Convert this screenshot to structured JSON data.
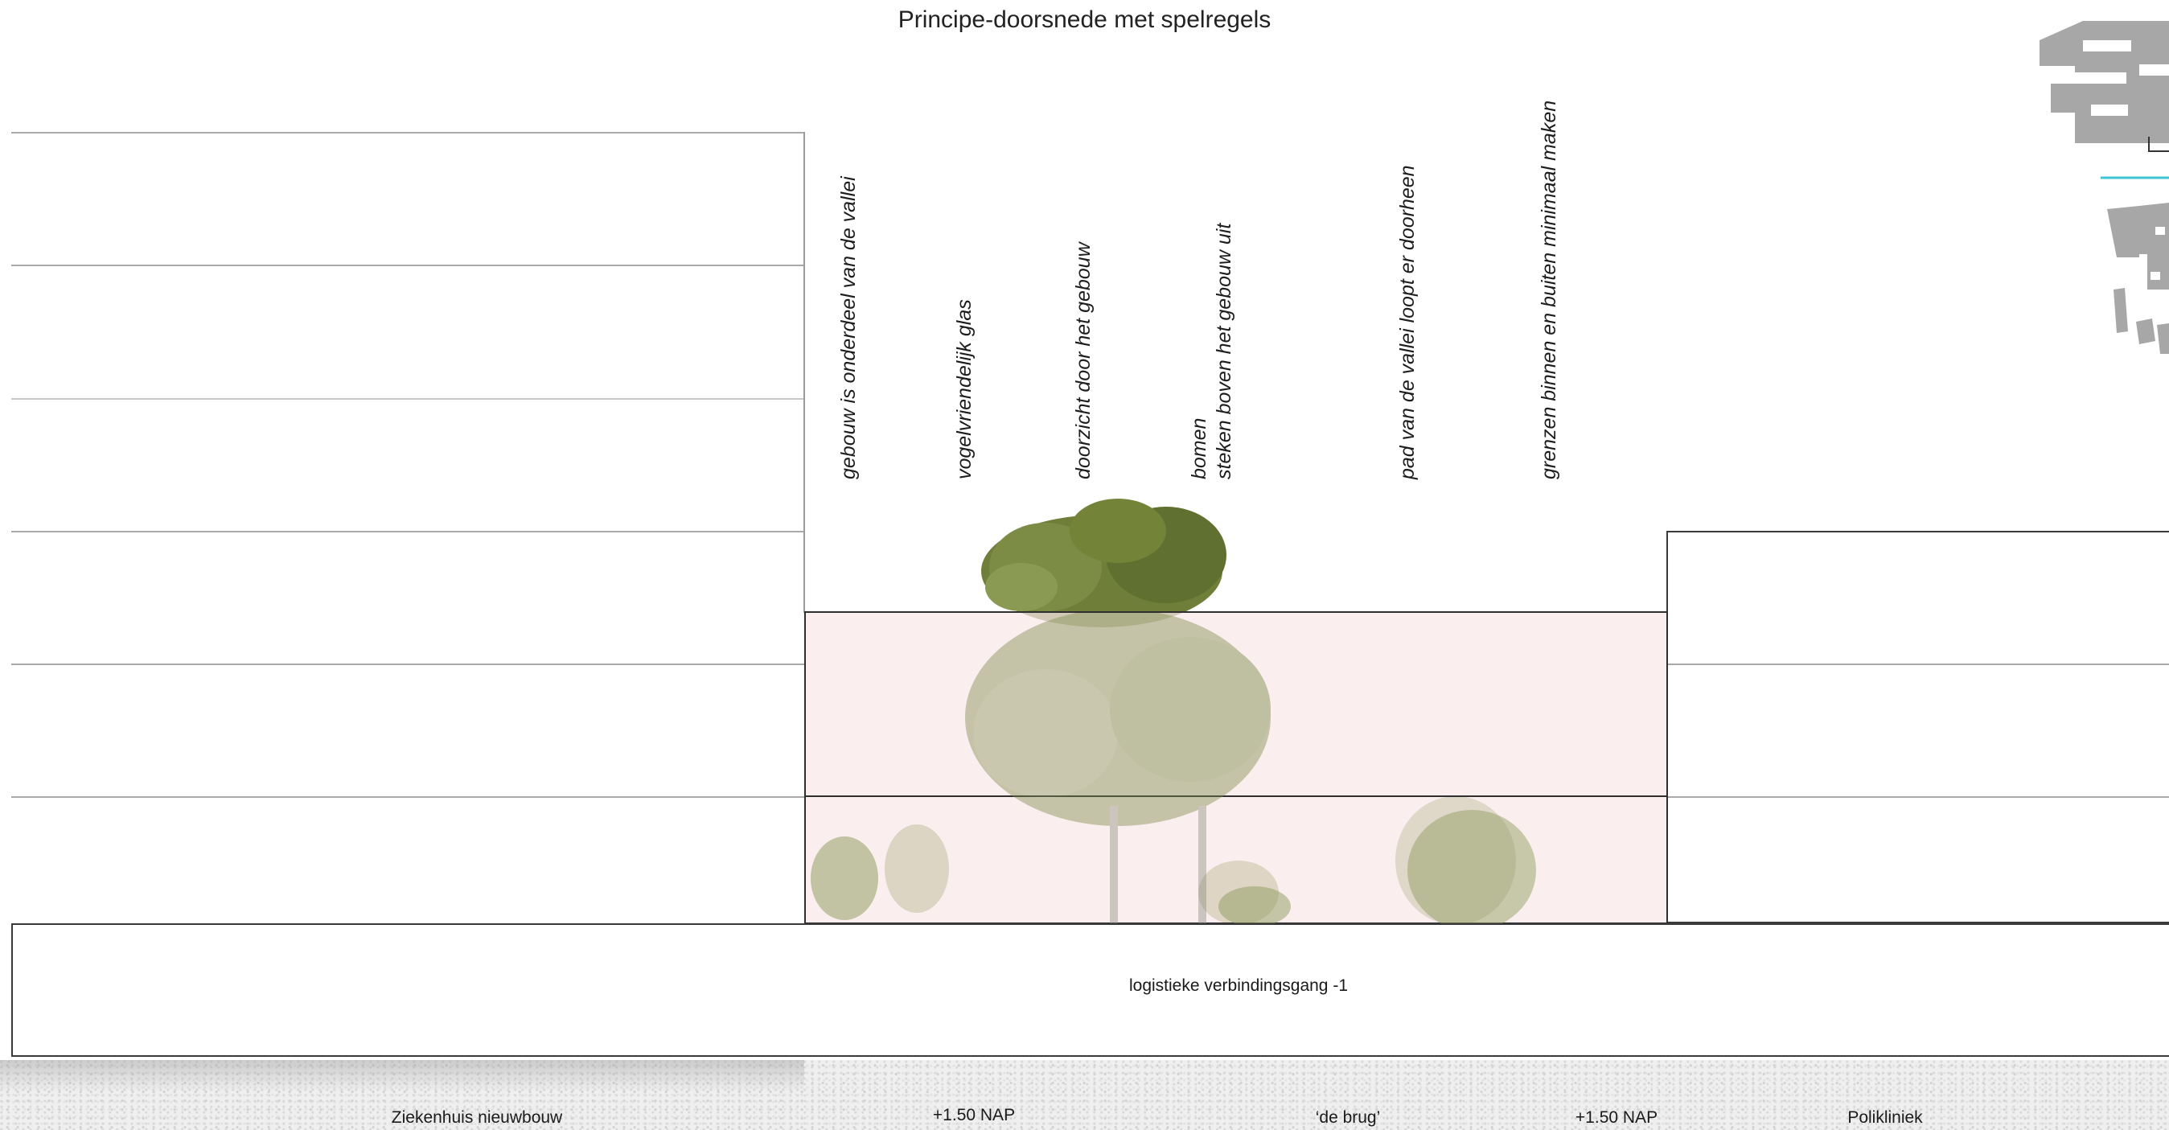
{
  "title": "Principe-doorsnede met spelregels",
  "rules": [
    {
      "lines": [
        "gebouw is onderdeel van de vallei"
      ]
    },
    {
      "lines": [
        "vogelvriendelijk glas"
      ]
    },
    {
      "lines": [
        "doorzicht door het gebouw"
      ]
    },
    {
      "lines": [
        "bomen",
        "steken boven het gebouw uit"
      ]
    },
    {
      "lines": [
        "pad van de vallei loopt er doorheen"
      ]
    },
    {
      "lines": [
        "grenzen binnen en buiten minimaal maken"
      ]
    }
  ],
  "corridor_label": "logistieke verbindingsgang -1",
  "ground_labels": {
    "left_building": "Ziekenhuis nieuwbouw",
    "level_left": "+1.50 NAP",
    "bridge": "‘de brug’",
    "level_right": "+1.50 NAP",
    "right_building": "Polikliniek"
  },
  "colors": {
    "glass_fill": "#f8e8e8",
    "key_map_fill": "#a7a7a7",
    "key_map_accent": "#3ec6d6",
    "tree_foliage": "#6f7f3a"
  },
  "icons": {
    "key_map": "site-plan-thumbnail",
    "tree": "tree-cutout"
  }
}
